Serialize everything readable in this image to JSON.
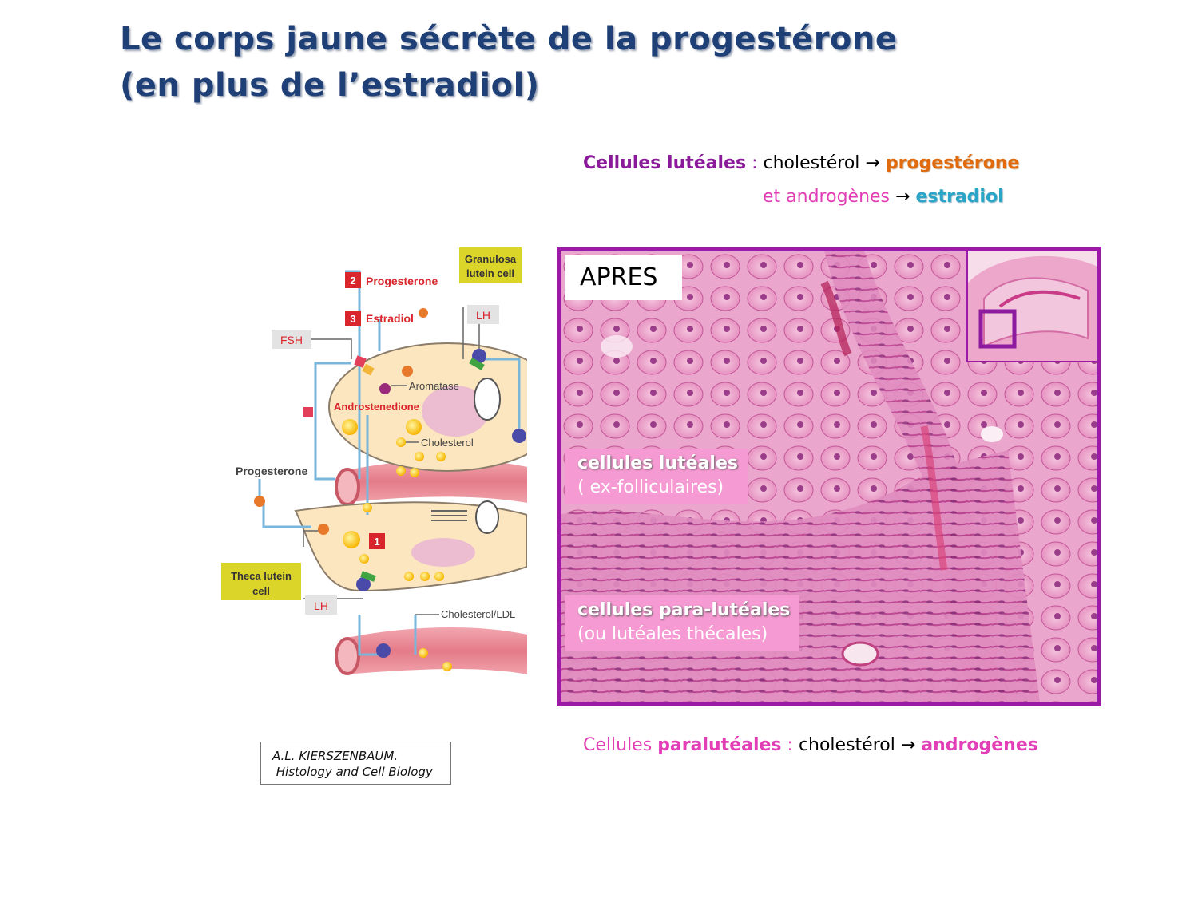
{
  "title": {
    "line1": "Le corps jaune sécrète de la progestérone",
    "line2": "(en plus de l’estradiol)"
  },
  "luteal_text": {
    "label": "Cellules lutéales",
    "colon": " : ",
    "substrate": "cholestérol",
    "arrow": "→",
    "product": "progestérone"
  },
  "luteal_text2": {
    "substrate": "et androgènes",
    "arrow": "→",
    "product": "estradiol"
  },
  "paraluteal_text": {
    "prefix": "Cellules",
    "label": "paralutéales",
    "colon": " : ",
    "substrate": "cholestérol",
    "arrow": "→",
    "product": "androgènes"
  },
  "diagram": {
    "granulosa": "Granulosa",
    "granulosa2": "lutein cell",
    "progesterone_top": "Progesterone",
    "estradiol": "Estradiol",
    "num2": "2",
    "num3": "3",
    "num1": "1",
    "fsh": "FSH",
    "lh_top": "LH",
    "lh_bottom": "LH",
    "aromatase": "Aromatase",
    "androstenedione": "Androstenedione",
    "cholesterol": "Cholesterol",
    "progesterone_left": "Progesterone",
    "theca": "Theca lutein",
    "theca2": "cell",
    "cholesterol_ldl": "Cholesterol/LDL"
  },
  "histology": {
    "apres": "APRES",
    "luteal_label1": "cellules lutéales",
    "luteal_label2": "( ex-folliculaires)",
    "paraluteal_label1": "cellules para-lutéales",
    "paraluteal_label2": "(ou lutéales thécales)"
  },
  "citation": {
    "line1": "A.L. KIERSZENBAUM.",
    "line2": " Histology and Cell Biology"
  },
  "colors": {
    "title": "#1f3f77",
    "purple": "#8b1a9a",
    "orange": "#e06a0c",
    "cyan": "#2aa5c8",
    "pink": "#e23fb7",
    "frame": "#9b1aa6"
  }
}
